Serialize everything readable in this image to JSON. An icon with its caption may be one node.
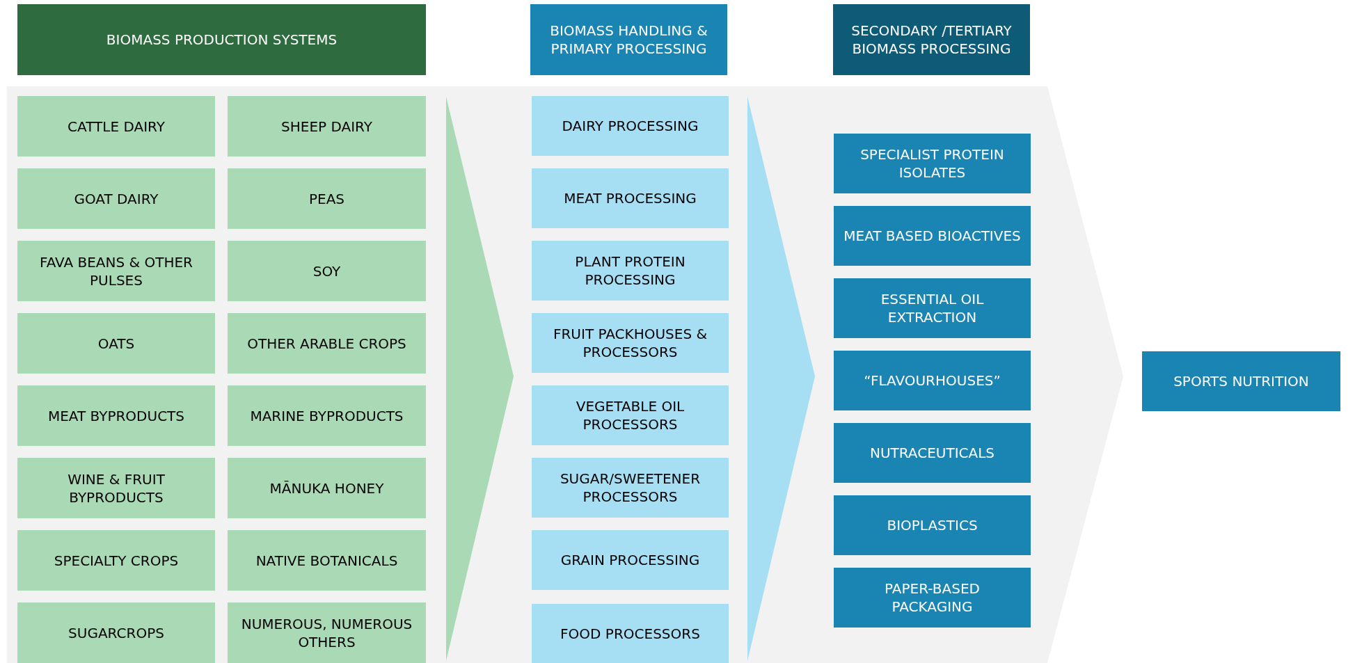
{
  "diagram": {
    "nodes": [
      {
        "text": [
          "BIOMASS PRODUCTION SYSTEMS"
        ]
      },
      {
        "text": [
          "BIOMASS HANDLING & PRIMARY PROCESSING"
        ]
      },
      {
        "text": [
          "SECONDARY /TERTIARY BIOMASS PROCESSING"
        ]
      },
      {
        "text": [
          "CATTLE DAIRY"
        ]
      },
      {
        "text": [
          "SHEEP DAIRY"
        ]
      },
      {
        "text": [
          "GOAT DAIRY"
        ]
      },
      {
        "text": [
          "PEAS"
        ]
      },
      {
        "text": [
          "FAVA BEANS & OTHER PULSES"
        ]
      },
      {
        "text": [
          "SOY"
        ]
      },
      {
        "text": [
          "OATS"
        ]
      },
      {
        "text": [
          "OTHER ARABLE CROPS"
        ]
      },
      {
        "text": [
          "MEAT BYPRODUCTS"
        ]
      },
      {
        "text": [
          "MARINE BYPRODUCTS"
        ]
      },
      {
        "text": [
          "WINE & FRUIT BYPRODUCTS"
        ]
      },
      {
        "text": [
          "MĀNUKA HONEY"
        ]
      },
      {
        "text": [
          "SPECIALTY CROPS"
        ]
      },
      {
        "text": [
          "NATIVE BOTANICALS"
        ]
      },
      {
        "text": [
          "SUGARCROPS"
        ]
      },
      {
        "text": [
          "NUMEROUS, NUMEROUS OTHERS"
        ]
      },
      {
        "text": [
          "DAIRY PROCESSING"
        ]
      },
      {
        "text": [
          "MEAT PROCESSING"
        ]
      },
      {
        "text": [
          "PLANT PROTEIN PROCESSING"
        ]
      },
      {
        "text": [
          "FRUIT PACKHOUSES & PROCESSORS"
        ]
      },
      {
        "text": [
          "VEGETABLE OIL PROCESSORS"
        ]
      },
      {
        "text": [
          "SUGAR/SWEETENER PROCESSORS"
        ]
      },
      {
        "text": [
          "GRAIN PROCESSING"
        ]
      },
      {
        "text": [
          "FOOD PROCESSORS"
        ]
      },
      {
        "text": [
          "SPECIALIST PROTEIN ISOLATES"
        ]
      },
      {
        "text": [
          "MEAT BASED BIOACTIVES"
        ]
      },
      {
        "text": [
          "ESSENTIAL OIL EXTRACTION"
        ]
      },
      {
        "text": [
          "“FLAVOURHOUSES”"
        ]
      },
      {
        "text": [
          "NUTRACEUTICALS"
        ]
      },
      {
        "text": [
          "BIOPLASTICS"
        ]
      },
      {
        "text": [
          "PAPER-BASED PACKAGING"
        ]
      },
      {
        "text": [
          "SPORTS NUTRITION"
        ]
      }
    ]
  }
}
